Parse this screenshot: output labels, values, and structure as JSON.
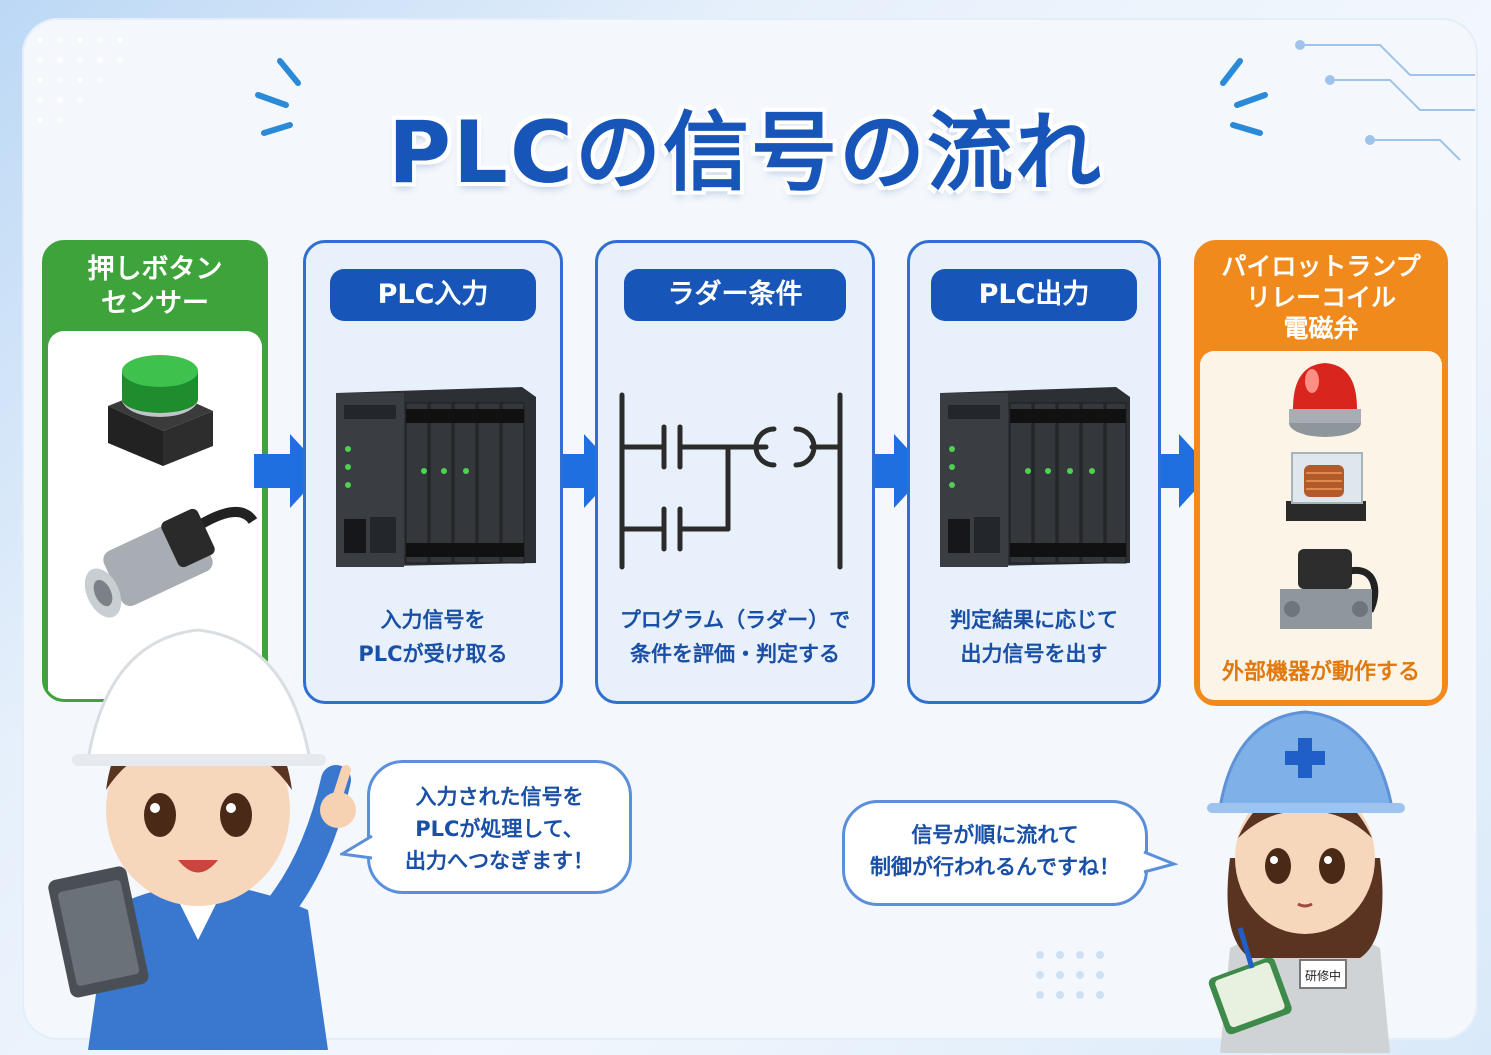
{
  "title": "PLCの信号の流れ",
  "input_column": {
    "title_line1": "押しボタン",
    "title_line2": "センサー",
    "icons": [
      "push-button-icon",
      "proximity-sensor-icon"
    ]
  },
  "steps": [
    {
      "label": "PLC入力",
      "desc_line1": "入力信号を",
      "desc_line2": "PLCが受け取る",
      "icon": "plc-module-icon"
    },
    {
      "label": "ラダー条件",
      "desc_line1": "プログラム（ラダー）で",
      "desc_line2": "条件を評価・判定する",
      "icon": "ladder-diagram-icon"
    },
    {
      "label": "PLC出力",
      "desc_line1": "判定結果に応じて",
      "desc_line2": "出力信号を出す",
      "icon": "plc-module-icon"
    }
  ],
  "output_column": {
    "title_line1": "パイロットランプ",
    "title_line2": "リレーコイル",
    "title_line3": "電磁弁",
    "caption": "外部機器が動作する",
    "icons": [
      "pilot-lamp-icon",
      "relay-coil-icon",
      "solenoid-valve-icon"
    ]
  },
  "bubbles": {
    "left": {
      "line1": "入力された信号を",
      "line2": "PLCが処理して、",
      "line3": "出力へつなぎます！"
    },
    "right": {
      "line1": "信号が順に流れて",
      "line2": "制御が行われるんですね！"
    }
  },
  "characters": {
    "left_badge": "",
    "right_badge": "研修中"
  },
  "colors": {
    "primary_blue": "#1756b8",
    "green": "#3da33a",
    "orange": "#f08a1c",
    "arrow_blue": "#1f6fe0"
  }
}
